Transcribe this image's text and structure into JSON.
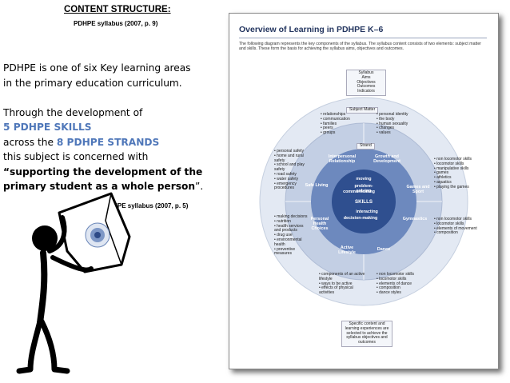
{
  "slide": {
    "heading": "CONTENT STRUCTURE:",
    "citation_top": "PDHPE syllabus (2007, p. 9)",
    "paragraph1": [
      "PDHPE is one of six Key learning areas",
      "in the primary education curriculum."
    ],
    "paragraph2_l1": "Through the development of",
    "paragraph2_l2": "5 PDHPE SKILLS",
    "paragraph2_l3a": "across the ",
    "paragraph2_l3b": "8 PDHPE STRANDS",
    "paragraph2_l4": "this subject is concerned with",
    "paragraph2_l5": "“supporting the development of the",
    "paragraph2_l6a": "primary student as a whole person",
    "paragraph2_l6b": "”.",
    "citation_bottom": "PDHPE syllabus (2007, p. 5)",
    "accent_color": "#4f77b9"
  },
  "diagram": {
    "title": "Overview of Learning in PDHPE K–6",
    "intro": "The following diagram represents the key components of the syllabus. The syllabus content consists of two elements: subject matter and skills. These form the basis for achieving the syllabus aims, objectives and outcomes.",
    "top_box": [
      "Syllabus",
      "Aims",
      "Objectives",
      "Outcomes",
      "Indicators"
    ],
    "subject_matter_label": "Subject Matter",
    "strand_label": "Strand",
    "skills_center": "SKILLS",
    "skills": [
      "moving",
      "problem-solving",
      "communicating",
      "interacting",
      "decision-making"
    ],
    "strands": [
      "Interpersonal Relationship",
      "Growth and Development",
      "Games and Sport",
      "Gymnastics",
      "Dance",
      "Active Lifestyle",
      "Personal Health Choices",
      "Safe Living"
    ],
    "top_left_list": [
      "relationships",
      "communication",
      "families",
      "peers",
      "groups"
    ],
    "top_right_list": [
      "personal identity",
      "the body",
      "human sexuality",
      "changes",
      "values"
    ],
    "left_upper_list": [
      "personal safety",
      "home and rural safety",
      "school and play safety",
      "road safety",
      "water safety",
      "emergency procedures"
    ],
    "left_lower_list": [
      "making decisions",
      "nutrition",
      "health services and products",
      "drug use",
      "environmental health",
      "preventive measures"
    ],
    "right_upper_list": [
      "non locomotor skills",
      "locomotor skills",
      "manipulative skills",
      "games",
      "athletics",
      "aquatics",
      "playing the games"
    ],
    "right_lower_list": [
      "non locomotor skills",
      "locomotor skills",
      "elements of movement",
      "composition"
    ],
    "bottom_left_list": [
      "components of an active lifestyle",
      "ways to be active",
      "effects of physical activities"
    ],
    "bottom_right_list": [
      "non locomotor skills",
      "locomotor skills",
      "elements of dance",
      "composition",
      "dance styles"
    ],
    "bottom_box": "Specific content and learning experiences are selected to achieve the syllabus objectives and outcomes"
  }
}
